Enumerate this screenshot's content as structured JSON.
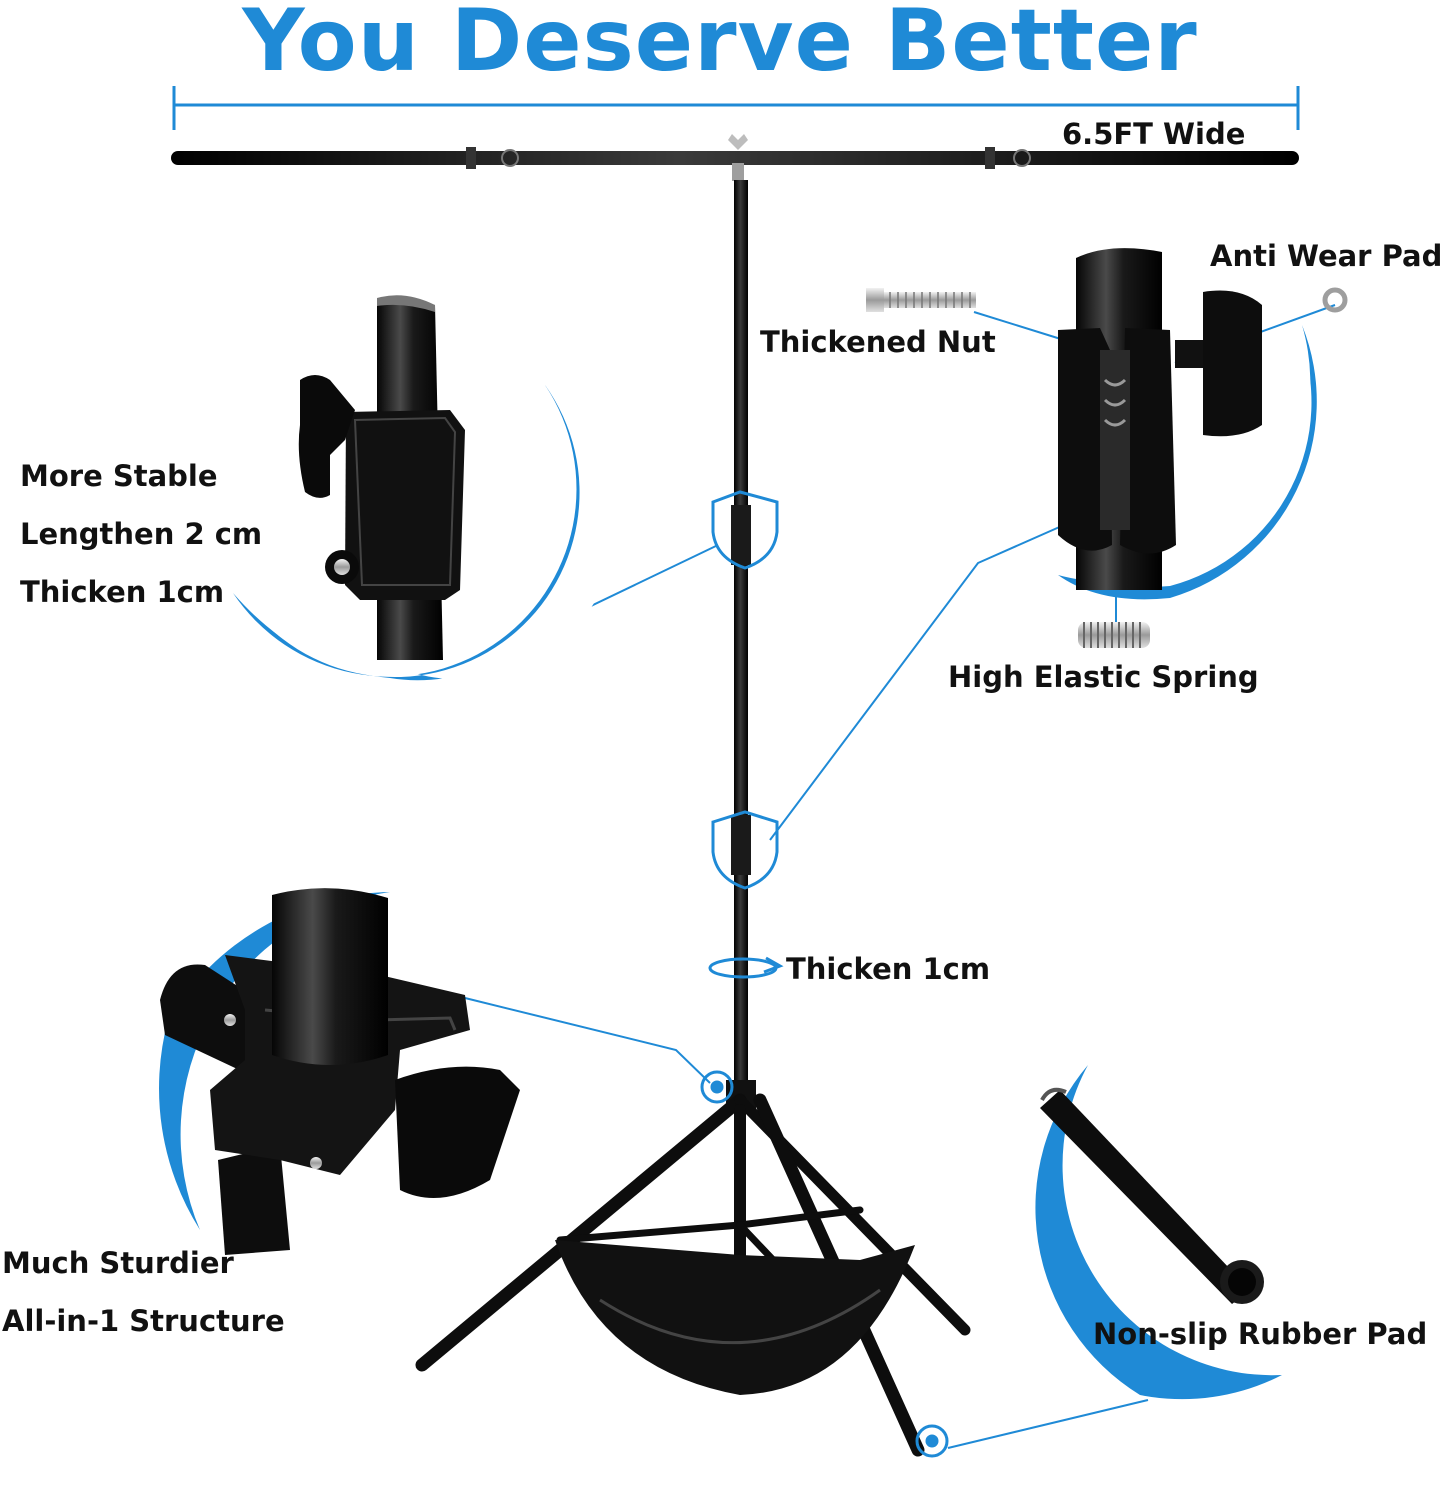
{
  "colors": {
    "accent": "#1f8ad6",
    "stand": "#0d0d0d",
    "text": "#111111"
  },
  "title": "You Deserve Better",
  "width_label": "6.5FT Wide",
  "features": {
    "more_stable": "More Stable",
    "lengthen": "Lengthen 2 cm",
    "thicken_left": "Thicken 1cm",
    "anti_wear_pad": "Anti Wear Pad",
    "thickened_nut": "Thickened Nut",
    "high_elastic_spring": "High Elastic Spring",
    "thicken_pole": "Thicken 1cm",
    "much_sturdier": "Much Sturdier",
    "all_in_1": "All-in-1 Structure",
    "non_slip_pad": "Non-slip Rubber Pad"
  },
  "icons": [
    "shield-icon",
    "rotate-arrow-icon",
    "ring-marker-icon",
    "wing-knob-icon",
    "bolt-icon",
    "spring-icon",
    "washer-icon"
  ]
}
